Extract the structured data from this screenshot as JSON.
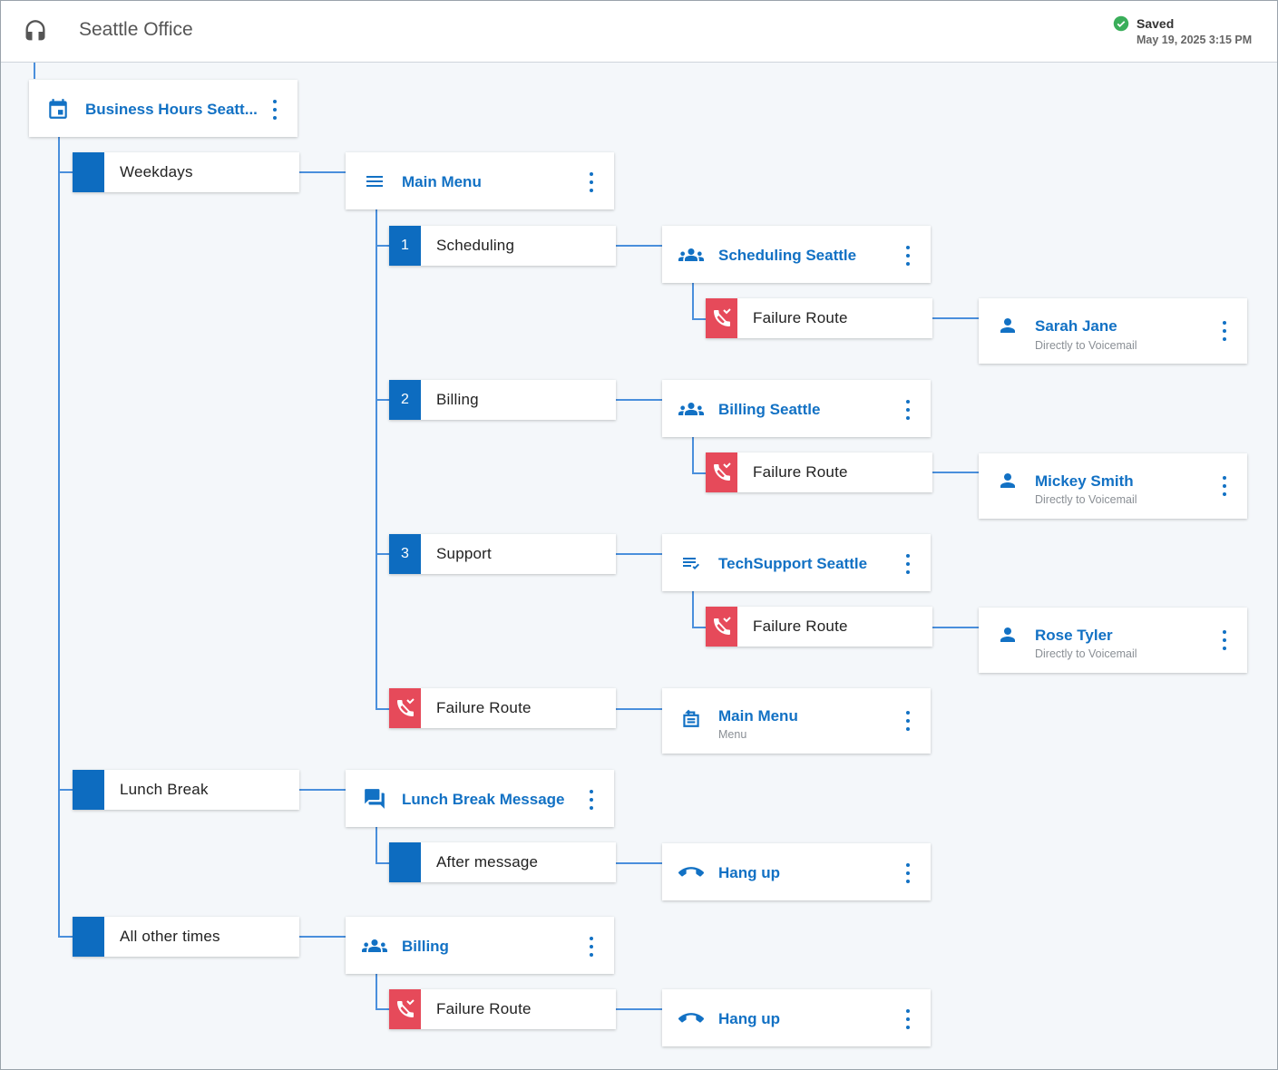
{
  "header": {
    "title": "Seattle Office",
    "status": "Saved",
    "timestamp": "May 19, 2025 3:15 PM",
    "headset_icon": "headset-icon",
    "saved_icon": "check-circle-icon"
  },
  "colors": {
    "accent": "#1271c4",
    "tab_blue": "#0d6cc0",
    "tab_red": "#e64a5a",
    "connector": "#4a8fdc",
    "saved_green": "#3aae5a"
  },
  "flow": {
    "root": {
      "name": "Business Hours Seattle",
      "display_name": "Business Hours Seatt...",
      "icon": "calendar-icon"
    },
    "weekdays": {
      "label": "Weekdays"
    },
    "main_menu": {
      "name": "Main Menu",
      "icon": "menu-lines-icon"
    },
    "opt1": {
      "key": "1",
      "label": "Scheduling"
    },
    "sched": {
      "name": "Scheduling Seattle",
      "icon": "group-icon"
    },
    "sched_fail": {
      "label": "Failure Route",
      "icon": "call-failed-icon"
    },
    "sarah": {
      "name": "Sarah Jane",
      "sub": "Directly to Voicemail",
      "icon": "person-icon"
    },
    "opt2": {
      "key": "2",
      "label": "Billing"
    },
    "billing": {
      "name": "Billing Seattle",
      "icon": "group-icon"
    },
    "billing_fail": {
      "label": "Failure Route",
      "icon": "call-failed-icon"
    },
    "mickey": {
      "name": "Mickey Smith",
      "sub": "Directly to Voicemail",
      "icon": "person-icon"
    },
    "opt3": {
      "key": "3",
      "label": "Support"
    },
    "tech": {
      "name": "TechSupport Seattle",
      "icon": "queue-check-icon"
    },
    "tech_fail": {
      "label": "Failure Route",
      "icon": "call-failed-icon"
    },
    "rose": {
      "name": "Rose Tyler",
      "sub": "Directly to Voicemail",
      "icon": "person-icon"
    },
    "menu_fail": {
      "label": "Failure Route",
      "icon": "call-failed-icon"
    },
    "menu_back": {
      "name": "Main Menu",
      "sub": "Menu",
      "icon": "menu-return-icon"
    },
    "lunch": {
      "label": "Lunch Break"
    },
    "lunch_msg": {
      "name": "Lunch Break Message",
      "icon": "chat-icon"
    },
    "after_msg": {
      "label": "After message"
    },
    "hangup1": {
      "name": "Hang up",
      "icon": "hang-up-icon"
    },
    "other": {
      "label": "All other times"
    },
    "billing2": {
      "name": "Billing",
      "icon": "group-icon"
    },
    "billing2_fail": {
      "label": "Failure Route",
      "icon": "call-failed-icon"
    },
    "hangup2": {
      "name": "Hang up",
      "icon": "hang-up-icon"
    }
  }
}
